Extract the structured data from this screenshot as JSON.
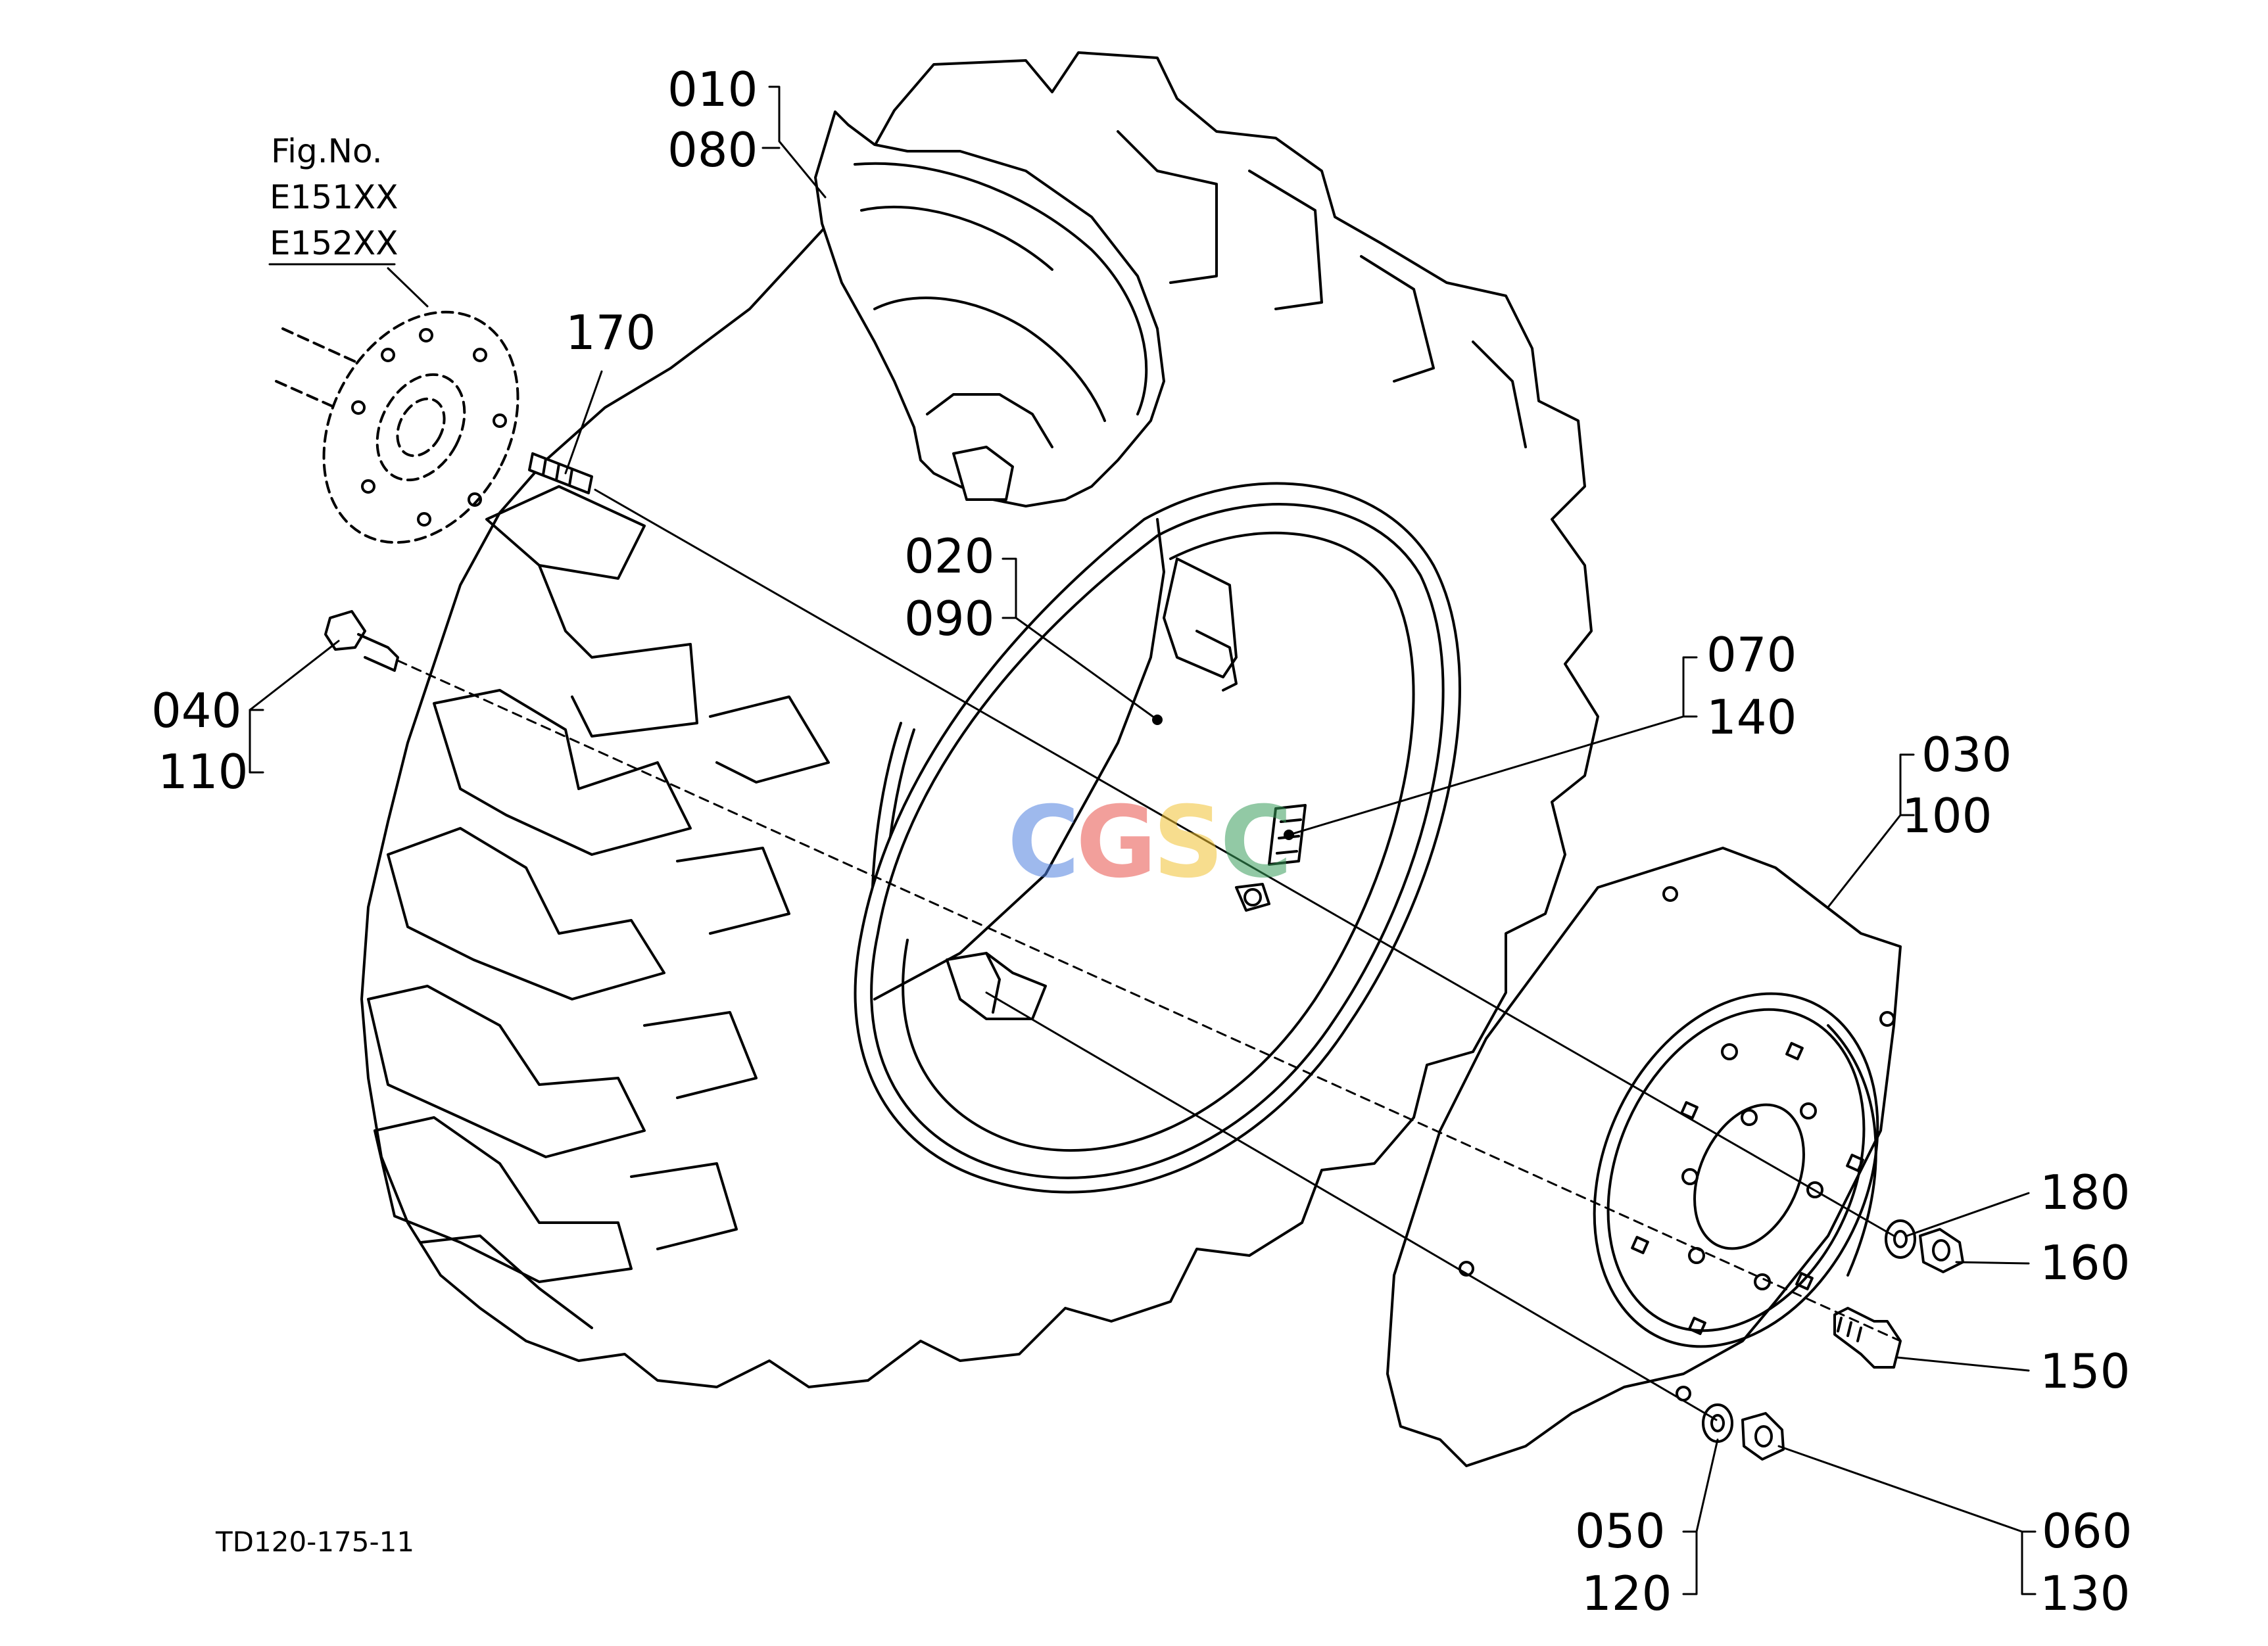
{
  "figure_ref": {
    "heading": "Fig.No.",
    "refs": [
      "E151XX",
      "E152XX"
    ]
  },
  "drawing_code": "TD120-175-11",
  "watermark": {
    "letters": [
      "C",
      "G",
      "S",
      "C"
    ],
    "colors": [
      "#4f80e0",
      "#e8524a",
      "#f2c232",
      "#3a9e5c"
    ]
  },
  "callouts": [
    {
      "parts": [
        "010",
        "080"
      ]
    },
    {
      "parts": [
        "170"
      ]
    },
    {
      "parts": [
        "020",
        "090"
      ]
    },
    {
      "parts": [
        "070",
        "140"
      ]
    },
    {
      "parts": [
        "040",
        "110"
      ]
    },
    {
      "parts": [
        "030",
        "100"
      ]
    },
    {
      "parts": [
        "180"
      ]
    },
    {
      "parts": [
        "160"
      ]
    },
    {
      "parts": [
        "150"
      ]
    },
    {
      "parts": [
        "050",
        "120"
      ]
    },
    {
      "parts": [
        "060",
        "130"
      ]
    }
  ],
  "colors": {
    "line": "#000000",
    "background": "#ffffff"
  }
}
